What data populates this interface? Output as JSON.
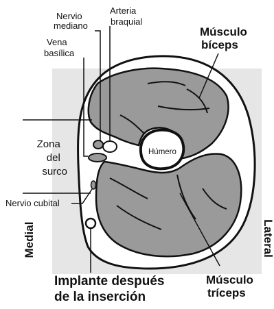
{
  "labels": {
    "nervio_mediano": [
      "Nervio",
      "mediano"
    ],
    "arteria_braquial": [
      "Arteria",
      "braquial"
    ],
    "vena_basilica": [
      "Vena",
      "basílica"
    ],
    "musculo_biceps": [
      "Músculo",
      "bíceps"
    ],
    "zona_del_surco": [
      "Zona",
      "del",
      "surco"
    ],
    "humero": "Húmero",
    "nervio_cubital": "Nervio cubital",
    "medial": "Medial",
    "lateral": "Lateral",
    "implante": [
      "Implante después",
      "de la inserción"
    ],
    "musculo_triceps": [
      "Músculo",
      "tríceps"
    ]
  },
  "colors": {
    "muscle": "#9a9a9a",
    "background_panel": "#e6e6e6",
    "outline": "#111111",
    "bone": "#ffffff"
  }
}
